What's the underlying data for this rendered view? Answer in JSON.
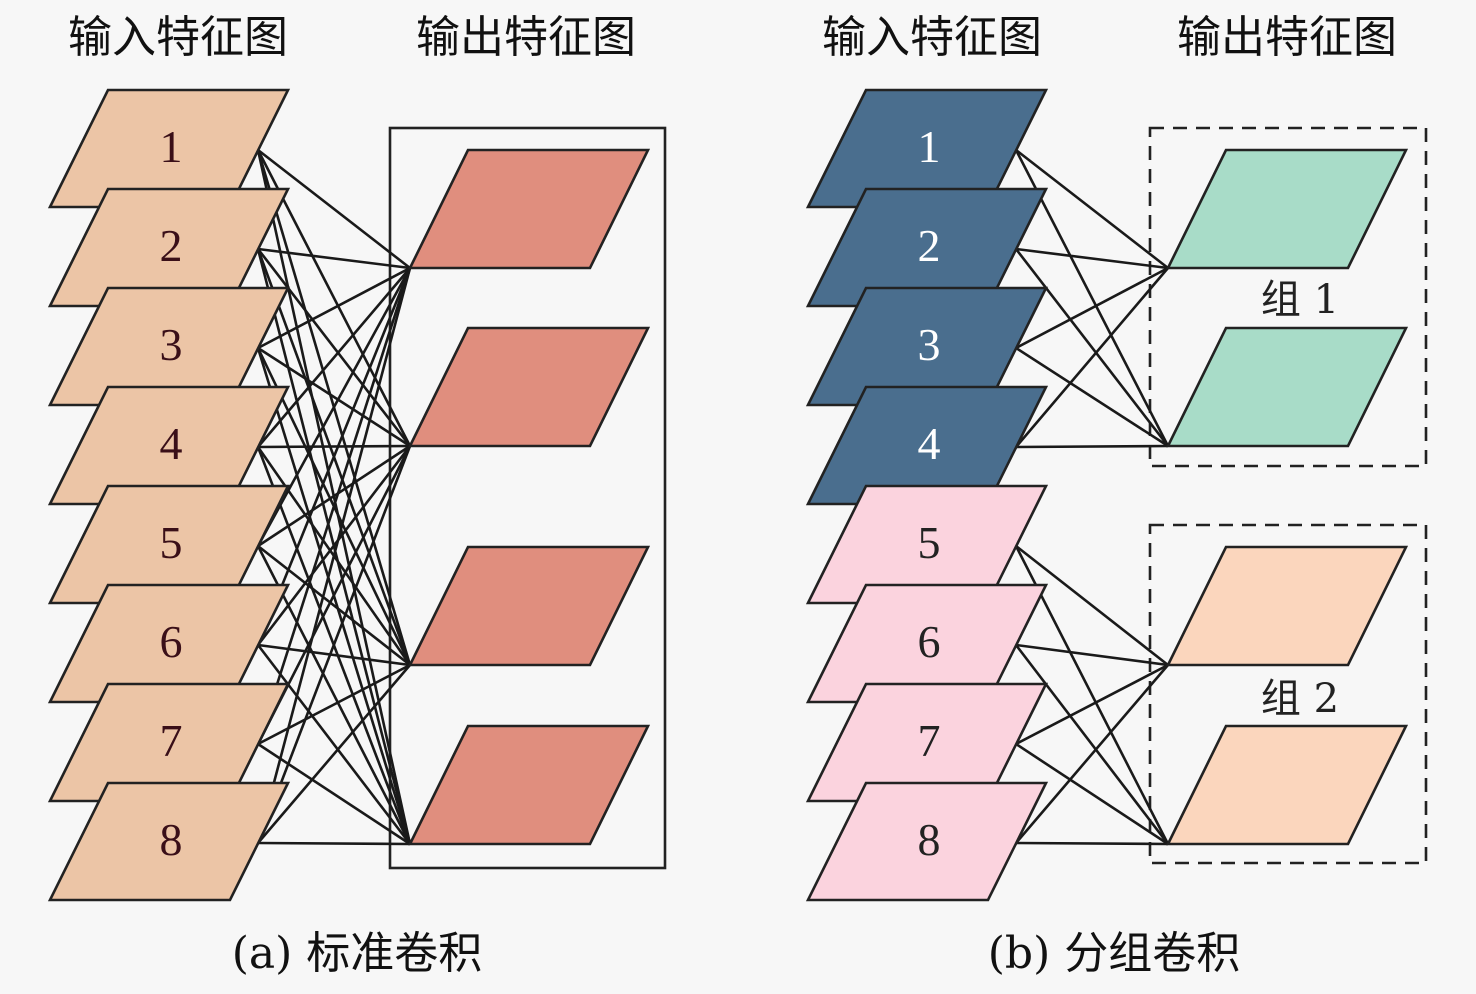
{
  "panels": [
    {
      "id": "a",
      "input_title": "输入特征图",
      "output_title": "输出特征图",
      "caption": "(a) 标准卷积",
      "input_maps": [
        {
          "label": "1",
          "fill": "#ecc5a6",
          "text_color": "#3a0f18"
        },
        {
          "label": "2",
          "fill": "#ecc5a6",
          "text_color": "#3a0f18"
        },
        {
          "label": "3",
          "fill": "#ecc5a6",
          "text_color": "#3a0f18"
        },
        {
          "label": "4",
          "fill": "#ecc5a6",
          "text_color": "#3a0f18"
        },
        {
          "label": "5",
          "fill": "#ecc5a6",
          "text_color": "#3a0f18"
        },
        {
          "label": "6",
          "fill": "#ecc5a6",
          "text_color": "#3a0f18"
        },
        {
          "label": "7",
          "fill": "#ecc5a6",
          "text_color": "#3a0f18"
        },
        {
          "label": "8",
          "fill": "#ecc5a6",
          "text_color": "#3a0f18"
        }
      ],
      "output_maps": [
        {
          "fill": "#e08e7e"
        },
        {
          "fill": "#e08e7e"
        },
        {
          "fill": "#e08e7e"
        },
        {
          "fill": "#e08e7e"
        }
      ],
      "groups": [
        {
          "label": "",
          "inputs": [
            0,
            1,
            2,
            3,
            4,
            5,
            6,
            7
          ],
          "outputs": [
            0,
            1,
            2,
            3
          ],
          "frame": "solid"
        }
      ]
    },
    {
      "id": "b",
      "input_title": "输入特征图",
      "output_title": "输出特征图",
      "caption": "(b) 分组卷积",
      "input_maps": [
        {
          "label": "1",
          "fill": "#4a6e8e",
          "text_color": "#ffffff"
        },
        {
          "label": "2",
          "fill": "#4a6e8e",
          "text_color": "#ffffff"
        },
        {
          "label": "3",
          "fill": "#4a6e8e",
          "text_color": "#ffffff"
        },
        {
          "label": "4",
          "fill": "#4a6e8e",
          "text_color": "#ffffff"
        },
        {
          "label": "5",
          "fill": "#fbd3de",
          "text_color": "#222222"
        },
        {
          "label": "6",
          "fill": "#fbd3de",
          "text_color": "#222222"
        },
        {
          "label": "7",
          "fill": "#fbd3de",
          "text_color": "#222222"
        },
        {
          "label": "8",
          "fill": "#fbd3de",
          "text_color": "#222222"
        }
      ],
      "output_maps": [
        {
          "fill": "#a8dcc8"
        },
        {
          "fill": "#a8dcc8"
        },
        {
          "fill": "#fbd6bd"
        },
        {
          "fill": "#fbd6bd"
        }
      ],
      "groups": [
        {
          "label": "组 1",
          "inputs": [
            0,
            1,
            2,
            3
          ],
          "outputs": [
            0,
            1
          ],
          "frame": "dashed"
        },
        {
          "label": "组 2",
          "inputs": [
            4,
            5,
            6,
            7
          ],
          "outputs": [
            2,
            3
          ],
          "frame": "dashed"
        }
      ]
    }
  ]
}
